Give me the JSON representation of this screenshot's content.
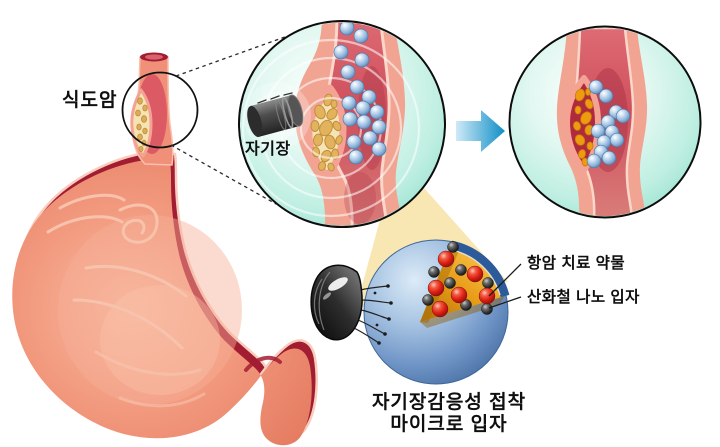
{
  "illustration": {
    "labels": {
      "esophageal_cancer": "식도암",
      "magnetic_field": "자기장",
      "anticancer_drug": "항암 치료 약물",
      "iron_oxide_nanoparticles": "산화철 나노 입자"
    },
    "caption": {
      "line1": "자기장감응성 접착",
      "line2": "마이크로 입자"
    },
    "colors": {
      "background": "#ffffff",
      "stomach_salmon": "#f2997e",
      "stomach_dark_red": "#a31d32",
      "esophagus_outer_pink": "#f2a493",
      "lumen_red": "#ce4f5c",
      "tumor_cream": "#f7e4b5",
      "tumor_granule_tan": "#e2b35c",
      "treated_tumor_red": "#b02a3e",
      "treated_chunk_orange": "#ee9b10",
      "magnified_circle_teal": "#8fdec9",
      "microparticle_blue": "#8db3da",
      "sphere_shell_blue": "#5c87b8",
      "sphere_core_orange": "#e79a16",
      "drug_sphere_red": "#dd2014",
      "nanoparticle_dark": "#333333",
      "arrow_blue": "#0f8ec6",
      "beam_yellow": "#f6e0a0",
      "magnet_gray": "#4f4f4f",
      "mussel_black": "#141414",
      "text": "#0f0f0f"
    }
  }
}
